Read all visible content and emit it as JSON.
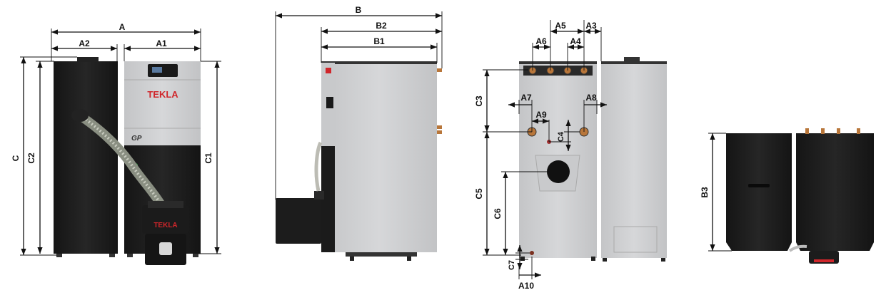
{
  "brand": {
    "boiler_logo": "TEKLA",
    "hopper_logo": "TEKLA",
    "model_label": "GP"
  },
  "dimension_labels": {
    "A": "A",
    "A1": "A1",
    "A2": "A2",
    "A3": "A3",
    "A4": "A4",
    "A5": "A5",
    "A6": "A6",
    "A7": "A7",
    "A8": "A8",
    "A9": "A9",
    "A10": "A10",
    "B": "B",
    "B1": "B1",
    "B2": "B2",
    "B3": "B3",
    "C": "C",
    "C1": "C1",
    "C2": "C2",
    "C3": "C3",
    "C4": "C4",
    "C5": "C5",
    "C6": "C6",
    "C7": "C7"
  },
  "colors": {
    "boiler_gray": "#cfd0d2",
    "hopper_black": "#1e1e1e",
    "accent_red": "#d0262b",
    "pipe_copper": "#b8763a",
    "dimension_line": "#111111"
  }
}
